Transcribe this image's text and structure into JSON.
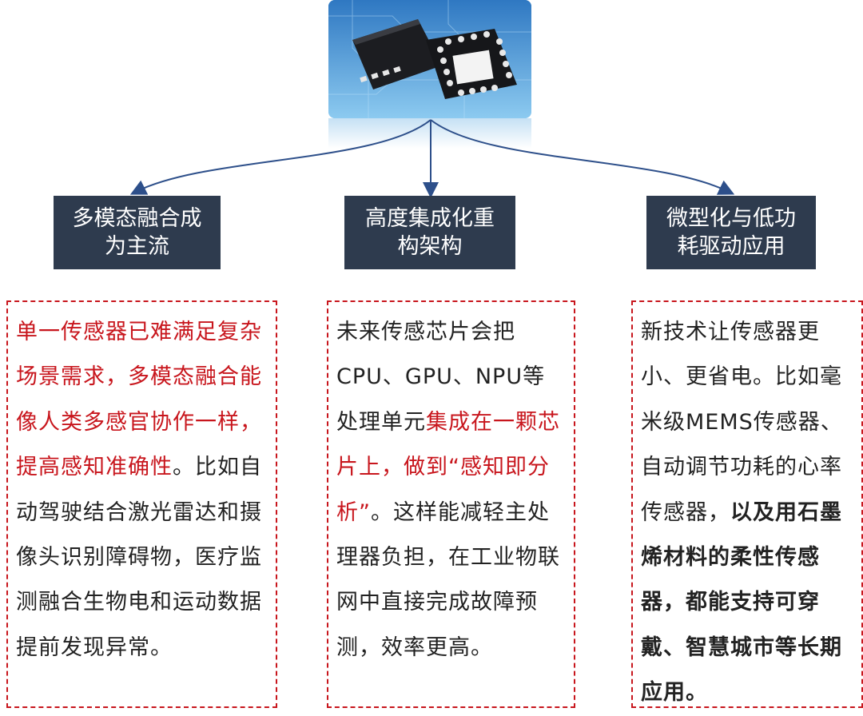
{
  "image": {
    "icon": "chip-icon"
  },
  "colors": {
    "header_bg": "#2e3b4e",
    "accent_red": "#c8161d",
    "arrow": "#2d4f8a"
  },
  "columns": [
    {
      "title_lines": [
        "多模态融合成",
        "为主流"
      ],
      "body": [
        {
          "text": "单一传感器已难满足复杂场景需求，多模态融合能像人类多感官协作一样，提高感知准确性",
          "style": "red"
        },
        {
          "text": "。比如自动驾驶结合激光雷达和摄像头识别障碍物，医疗监测融合生物电和运动数据提前发现异常。",
          "style": "plain"
        }
      ]
    },
    {
      "title_lines": [
        "高度集成化重",
        "构架构"
      ],
      "body": [
        {
          "text": "未来传感芯片会把CPU、GPU、NPU等处理单元",
          "style": "plain"
        },
        {
          "text": "集成在一颗芯片上，做到“感知即分析”",
          "style": "red"
        },
        {
          "text": "。这样能减轻主处理器负担，在工业物联网中直接完成故障预测，效率更高。",
          "style": "plain"
        }
      ]
    },
    {
      "title_lines": [
        "微型化与低功",
        "耗驱动应用"
      ],
      "body": [
        {
          "text": "新技术让传感器更小、更省电。比如毫米级MEMS传感器、自动调节功耗的心率传感器，",
          "style": "plain"
        },
        {
          "text": "以及用石墨烯材料的柔性传感器，都能支持可穿戴、智慧城市等长期应用。",
          "style": "bold"
        }
      ]
    }
  ]
}
